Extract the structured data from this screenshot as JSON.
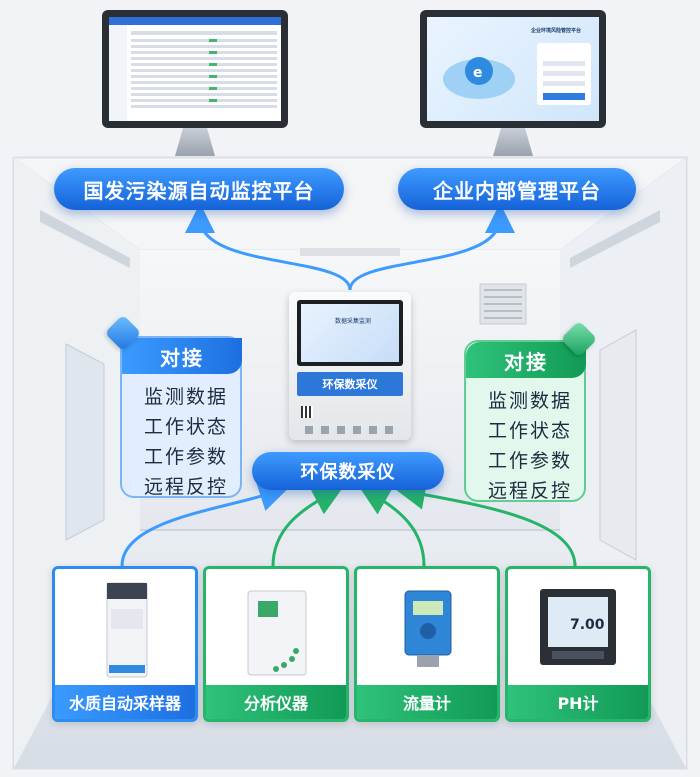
{
  "platforms": {
    "national": "国发污染源自动监控平台",
    "enterprise": "企业内部管理平台"
  },
  "monitor_right": {
    "title": "企业环境风险管控平台",
    "subtitle": "企业环境风险"
  },
  "device": {
    "screen_label": "环保数采仪",
    "screen_heading": "数据采集监测"
  },
  "hub_label": "环保数采仪",
  "left_panel": {
    "header": "对接",
    "items": [
      "监测数据",
      "工作状态",
      "工作参数",
      "远程反控"
    ]
  },
  "right_panel": {
    "header": "对接",
    "items": [
      "监测数据",
      "工作状态",
      "工作参数",
      "远程反控"
    ]
  },
  "instruments": [
    {
      "label": "水质自动采样器"
    },
    {
      "label": "分析仪器"
    },
    {
      "label": "流量计"
    },
    {
      "label": "PH计",
      "reading": "7.00"
    }
  ],
  "colors": {
    "blue": "#1d6fe0",
    "green": "#27b56b"
  }
}
